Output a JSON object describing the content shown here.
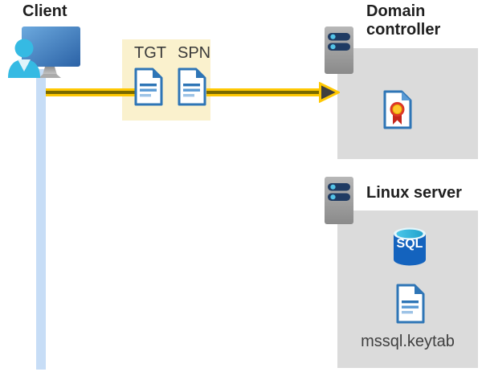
{
  "diagram": {
    "client": {
      "label": "Client"
    },
    "tickets": {
      "tgt": "TGT",
      "spn": "SPN"
    },
    "domain_controller": {
      "label": "Domain controller"
    },
    "linux_server": {
      "label": "Linux server",
      "sql_label": "SQL",
      "keytab": "mssql.keytab"
    },
    "colors": {
      "arrow_gold": "#FFC803",
      "arrow_core": "#796A00",
      "arrowhead_fill": "#3F3F3F",
      "ticket_box_yellow": "#FAF1CD",
      "server_box_gray": "#DBDBDB",
      "document_blue": "#2E75B6",
      "person_cyan": "#35BAE3",
      "timeline_blue": "#C7DDF6",
      "sql_blue": "#1463BE",
      "sql_top_cyan": "#35B9E2",
      "certificate_red": "#DD3627",
      "certificate_gold": "#FFC62B",
      "server_rack_navy": "#1F3B63"
    }
  }
}
